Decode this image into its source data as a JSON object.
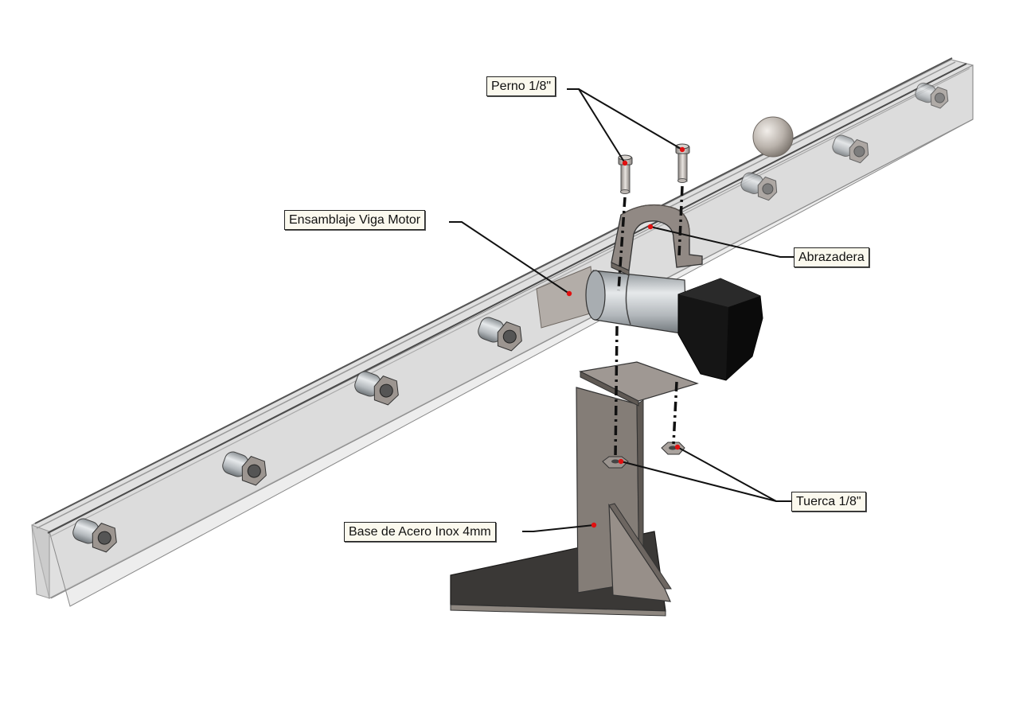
{
  "callouts": {
    "perno": "Perno 1/8\"",
    "ensamblaje": "Ensamblaje Viga Motor",
    "abrazadera": "Abrazadera",
    "tuerca": "Tuerca 1/8\"",
    "base": "Base de Acero Inox 4mm"
  },
  "colors": {
    "beam": "#c9c9c9",
    "steel": "#7d7570",
    "base_plate": "#3a3836",
    "motor_cap": "#151515",
    "motor_body": "#b7bcc0",
    "leader_dot": "#e01010"
  }
}
